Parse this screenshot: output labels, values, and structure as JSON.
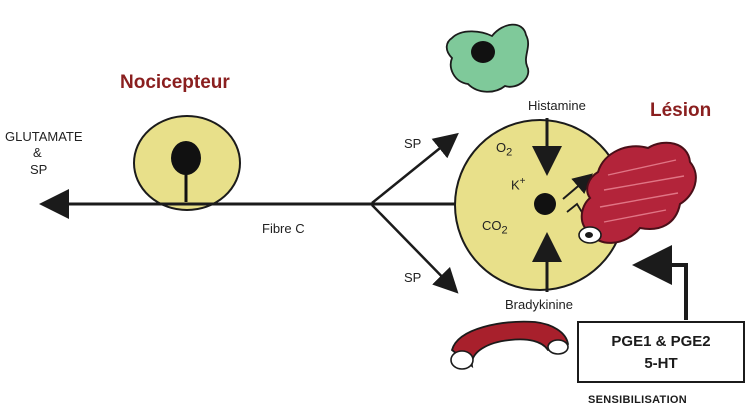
{
  "labels": {
    "nocicepteur": "Nocicepteur",
    "lesion": "Lésion",
    "glutamate_line1": "GLUTAMATE",
    "glutamate_line2": "&",
    "glutamate_line3": "SP",
    "fibre": "Fibre C",
    "sp_top": "SP",
    "sp_bottom": "SP",
    "histamine": "Histamine",
    "bradykinine": "Bradykinine",
    "o2": "O",
    "o2_sub": "2",
    "co2": "CO",
    "co2_sub": "2",
    "k": "K",
    "k_sup": "+",
    "box_line1": "PGE1 & PGE2",
    "box_line2": "5-HT",
    "sensibilisation": "SENSIBILISATION"
  },
  "colors": {
    "cell_fill": "#e8e08a",
    "line": "#1b1b1b",
    "mast_cell": "#7fc99a",
    "lesion_red": "#b3243a",
    "vessel": "#a8202c",
    "title_red": "#8a1f1f"
  },
  "icons": [
    "mast-cell-icon",
    "lesion-tissue-icon",
    "blood-vessel-icon"
  ]
}
